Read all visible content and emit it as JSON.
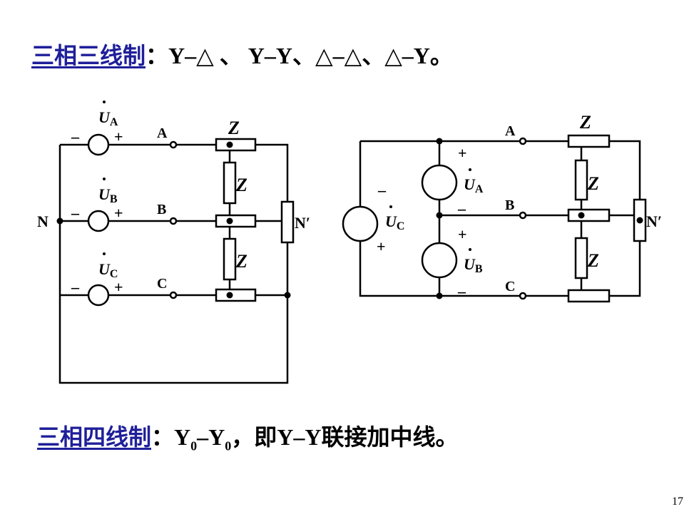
{
  "heading_3wire": {
    "term": "三相三线制",
    "colon": "：",
    "text": "Y–△ 、   Y–Y、△–△、△–Y。"
  },
  "heading_4wire": {
    "term": "三相四线制",
    "colon": "：",
    "pre": "Y",
    "sub1": "0",
    "mid": "–Y",
    "sub2": "0",
    "post": "，即Y–Y联接加中线。"
  },
  "page_number": "17",
  "diagram_left": {
    "phases": [
      "A",
      "B",
      "C"
    ],
    "sources": [
      {
        "symbol": "U",
        "sub": "A"
      },
      {
        "symbol": "U",
        "sub": "B"
      },
      {
        "symbol": "U",
        "sub": "C"
      }
    ],
    "minus": "–",
    "plus": "+",
    "neutral": "N",
    "load_neutral": "N′",
    "impedance": "Z"
  },
  "diagram_right": {
    "phases": [
      "A",
      "B",
      "C"
    ],
    "sources": [
      {
        "symbol": "U",
        "sub": "A"
      },
      {
        "symbol": "U",
        "sub": "B"
      },
      {
        "symbol": "U",
        "sub": "C"
      }
    ],
    "minus": "–",
    "plus": "+",
    "load_neutral": "N′",
    "impedance": "Z"
  }
}
